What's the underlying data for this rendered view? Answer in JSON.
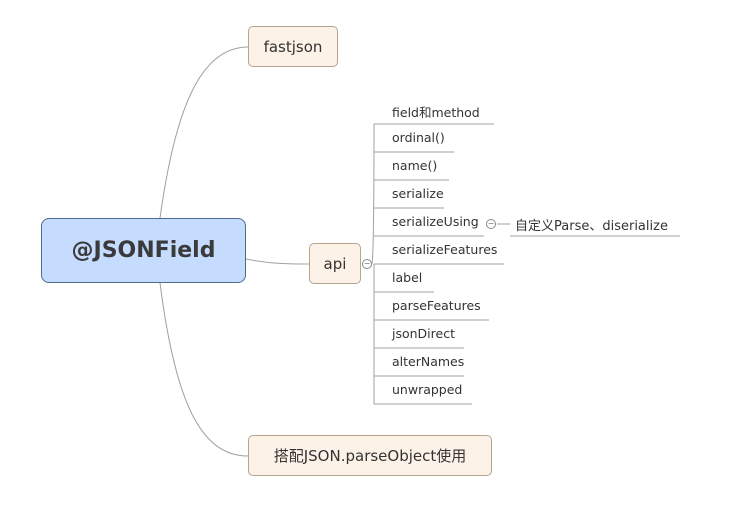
{
  "root": {
    "label": "@JSONField"
  },
  "topics": {
    "fastjson": "fastjson",
    "api": "api",
    "usage": "搭配JSON.parseObject使用"
  },
  "api_children": [
    "field和method",
    "ordinal()",
    "name()",
    "serialize",
    "serializeUsing",
    "serializeFeatures",
    "label",
    "parseFeatures",
    "jsonDirect",
    "alterNames",
    "unwrapped"
  ],
  "serializeUsing_child": "自定义Parse、diserialize",
  "icons": {
    "collapse": "collapse-minus-icon"
  },
  "colors": {
    "root_fill": "#c6dcff",
    "root_border": "#4f6a8f",
    "topic_fill": "#fdf2e7",
    "topic_border": "#b6a48f",
    "line": "#a0a0a0"
  }
}
